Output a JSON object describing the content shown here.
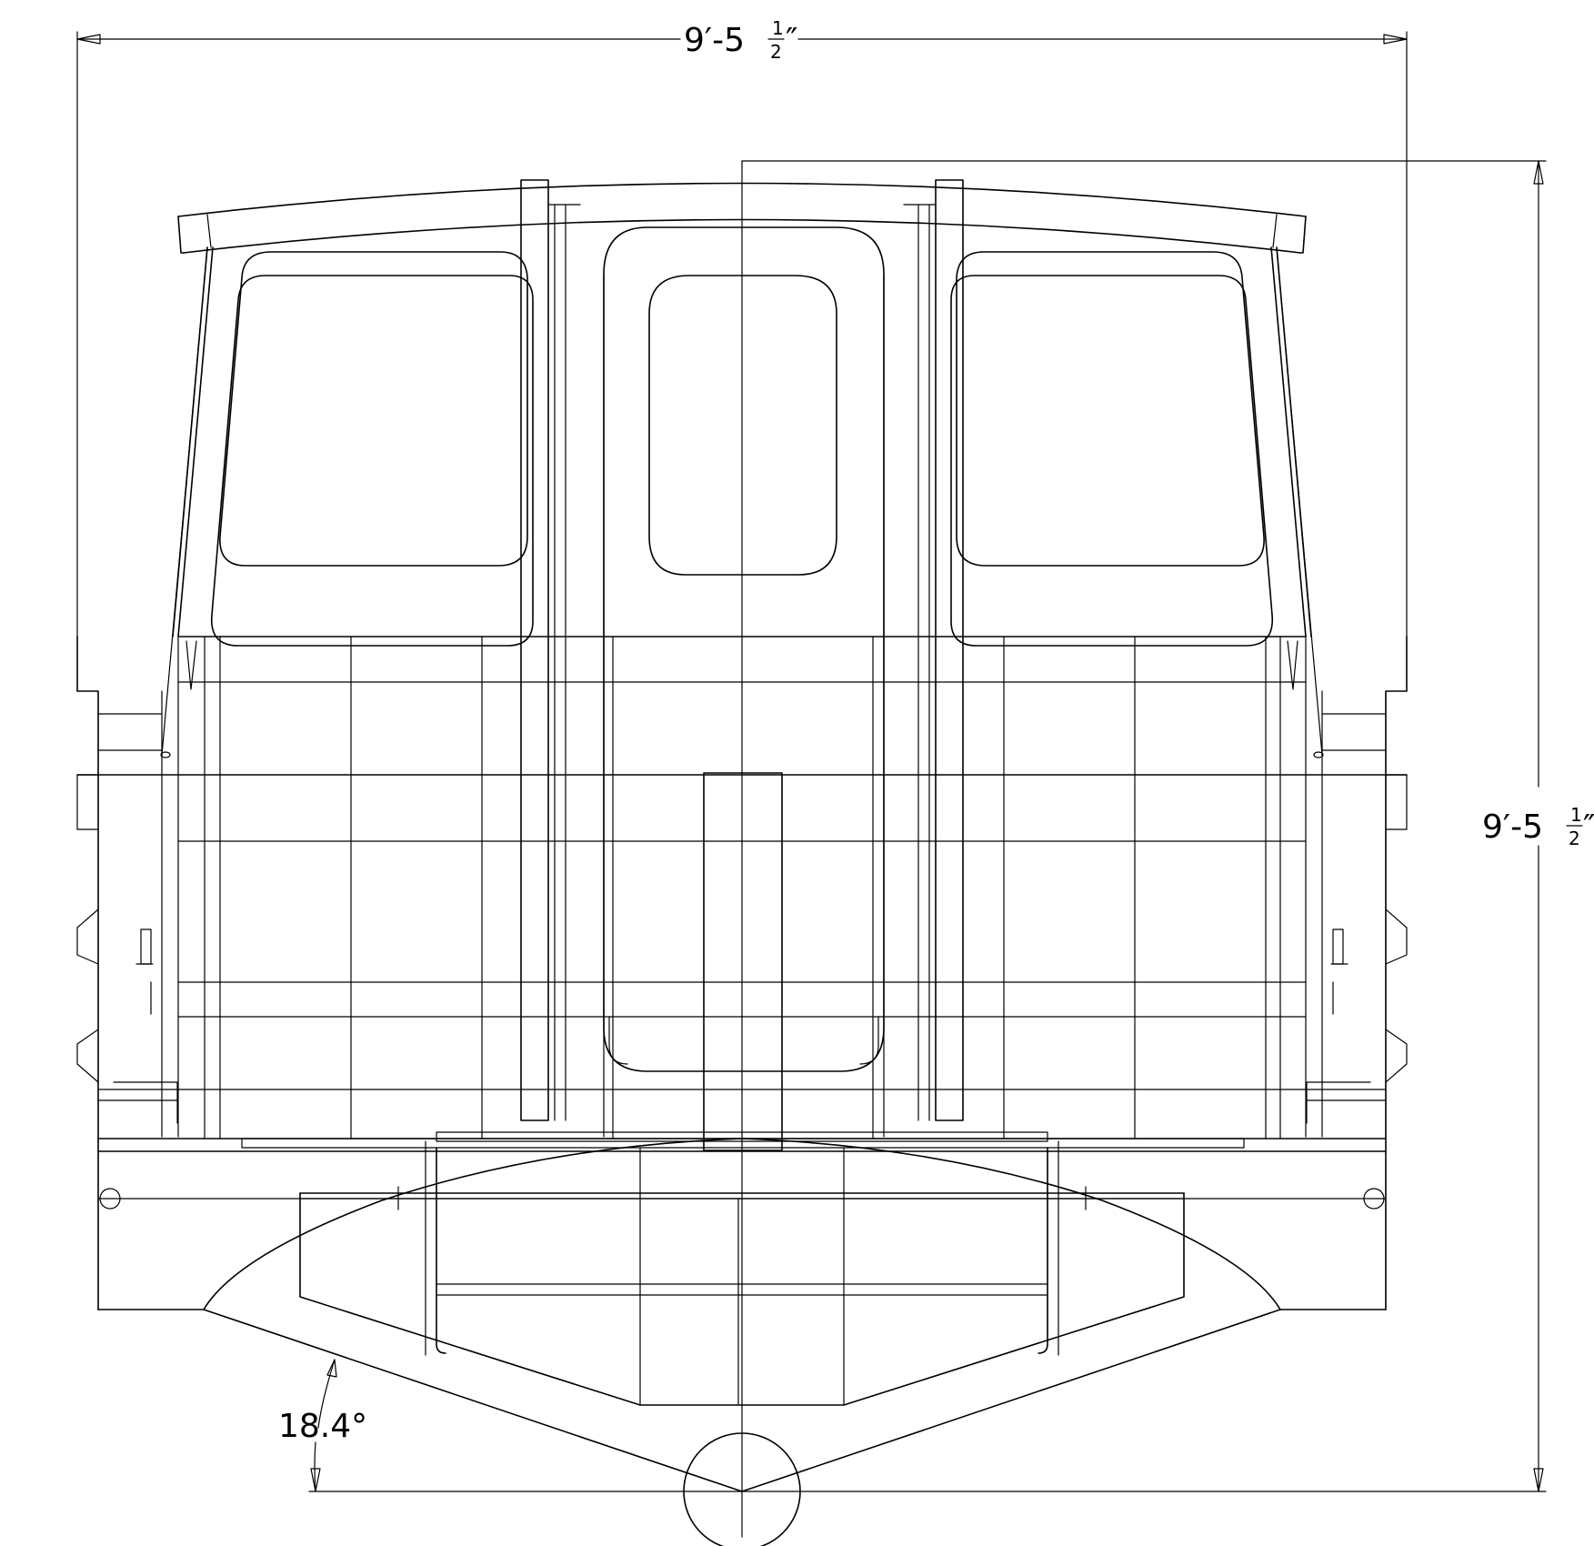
{
  "dimensions": {
    "width": {
      "whole": "9′-5",
      "num": "1",
      "den": "2",
      "inch": "″"
    },
    "height": {
      "whole": "9′-5",
      "num": "1",
      "den": "2",
      "inch": "″"
    },
    "angle": {
      "value": "18.4°"
    }
  },
  "colors": {
    "line": "#000000",
    "background": "#ffffff"
  }
}
